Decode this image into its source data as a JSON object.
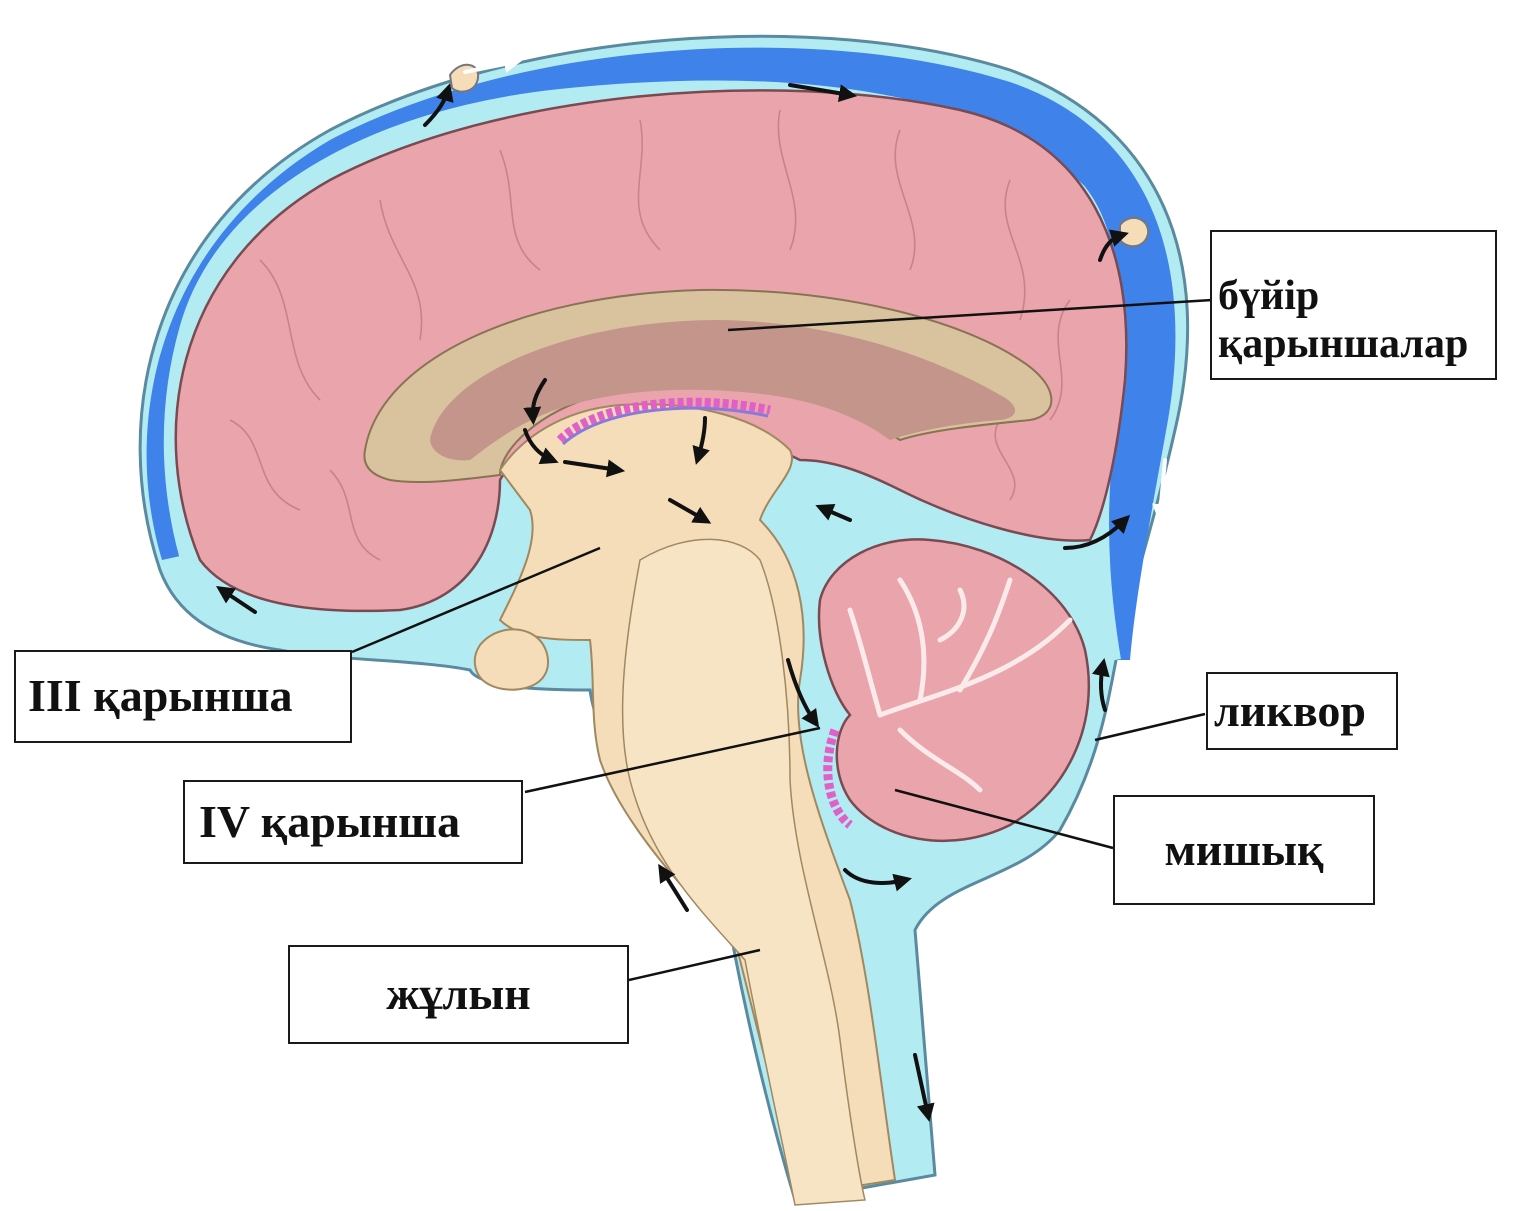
{
  "labels": {
    "lateral_ventricles_line1": "бүйір",
    "lateral_ventricles_line2": "қарыншалар",
    "third_ventricle": "III қарынша",
    "fourth_ventricle": "IV қарынша",
    "liquor": "ликвор",
    "cerebellum": "мишық",
    "spinal_cord": "жұлын"
  },
  "colors": {
    "csf_light": "#b3ebf2",
    "venous_sinus": "#3f82ea",
    "cerebrum": "#e9a4ac",
    "ventricle_tan": "#d8c39e",
    "brainstem": "#f4ddb8",
    "choroid_plexus": "#e060c8",
    "arrow": "#111111",
    "box_border": "#1a1a1a"
  }
}
